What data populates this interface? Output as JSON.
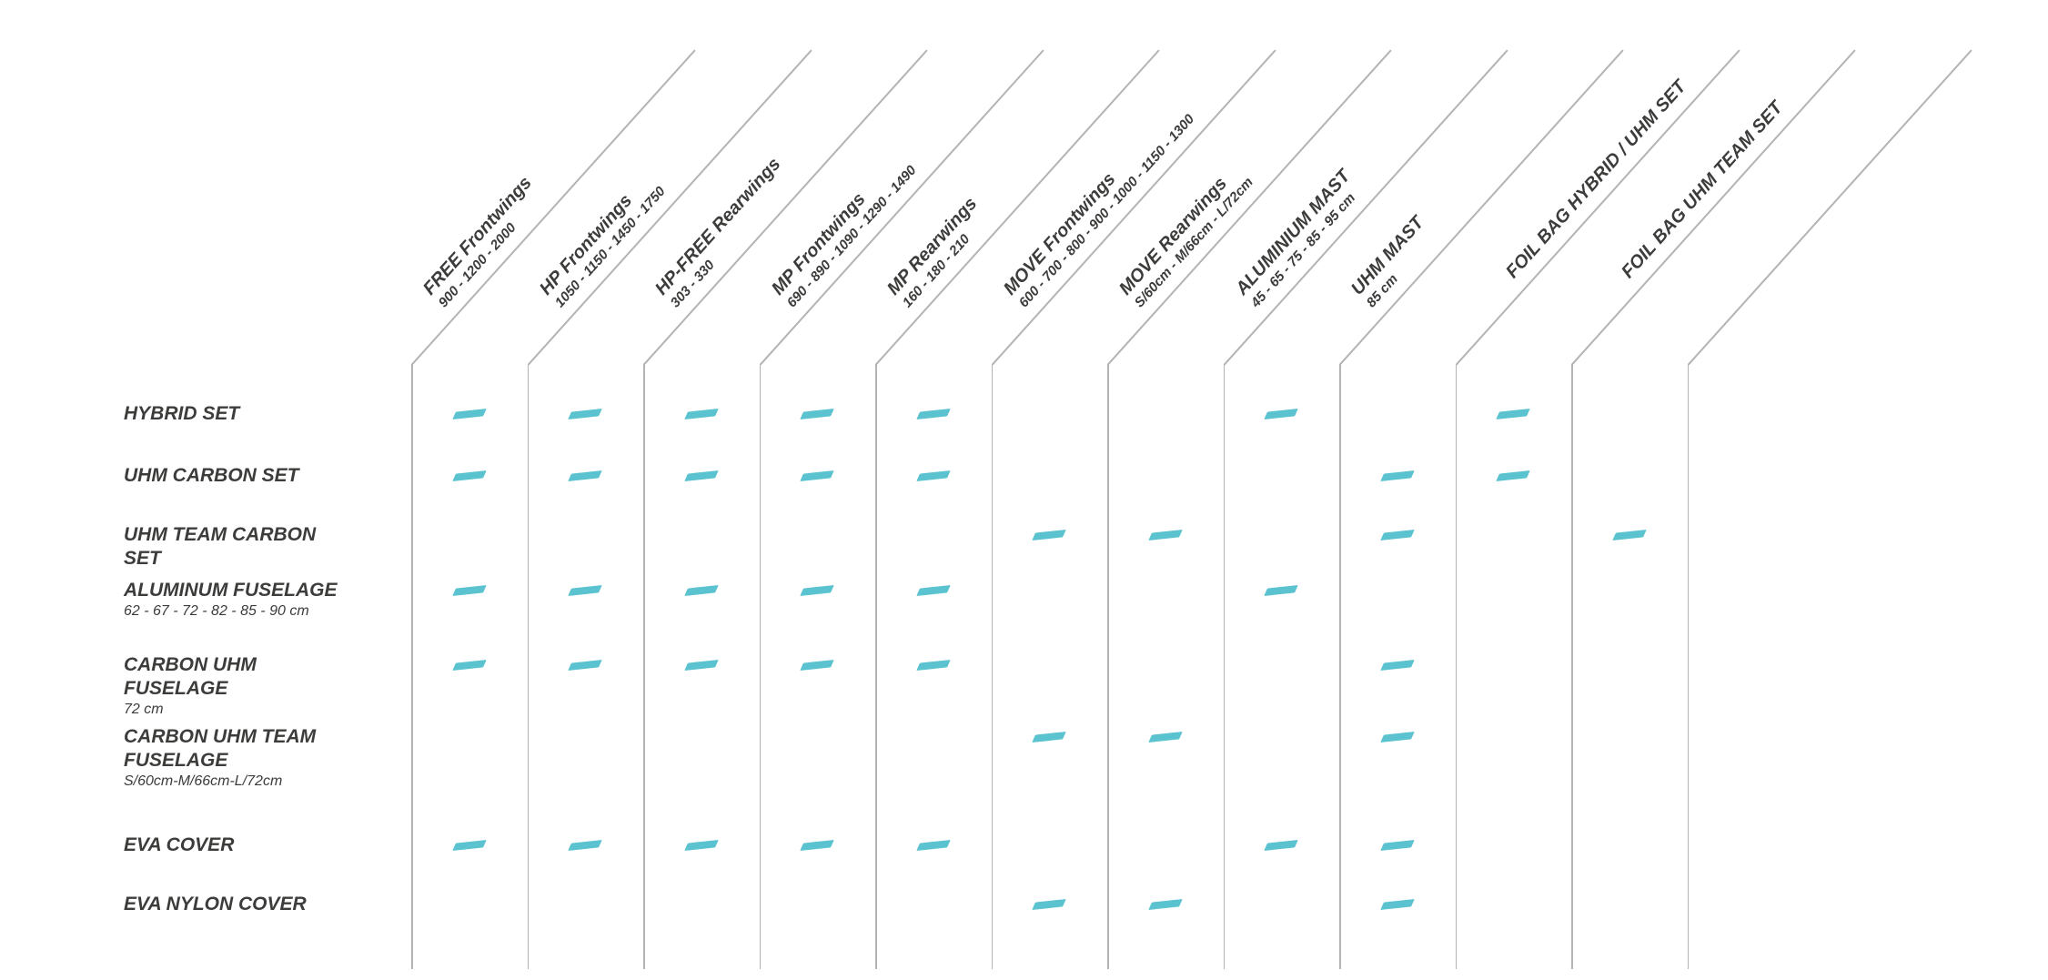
{
  "colors": {
    "accent": "#5ac3cf",
    "line": "#b3b3b2",
    "text": "#3c3c3b",
    "background": "#ffffff"
  },
  "chart_data": {
    "type": "table",
    "subtype": "compatibility-matrix",
    "marker": {
      "shape": "dash",
      "color": "#5ac3cf",
      "meaning": "compatible"
    },
    "columns": [
      {
        "name": "FREE Frontwings",
        "sizes": "900 - 1200 - 2000"
      },
      {
        "name": "HP Frontwings",
        "sizes": "1050 - 1150 - 1450 - 1750"
      },
      {
        "name": "HP-FREE Rearwings",
        "sizes": "303 - 330"
      },
      {
        "name": "MP Frontwings",
        "sizes": "690 - 890 - 1090 - 1290 - 1490"
      },
      {
        "name": "MP Rearwings",
        "sizes": "160 - 180 - 210"
      },
      {
        "name": "MOVE Frontwings",
        "sizes": "600 - 700 - 800 - 900 - 1000 - 1150 - 1300"
      },
      {
        "name": "MOVE Rearwings",
        "sizes": "S/60cm - M/66cm - L/72cm"
      },
      {
        "name": "ALUMINIUM MAST",
        "sizes": "45 - 65 - 75 - 85 - 95 cm"
      },
      {
        "name": "UHM MAST",
        "sizes": "85 cm"
      },
      {
        "name": "FOIL BAG HYBRID / UHM SET",
        "sizes": ""
      },
      {
        "name": "FOIL BAG UHM TEAM SET",
        "sizes": ""
      }
    ],
    "rows": [
      {
        "name": "HYBRID SET",
        "sizes": "",
        "compatible": [
          1,
          1,
          1,
          1,
          1,
          0,
          0,
          1,
          0,
          1,
          0
        ]
      },
      {
        "name": "UHM CARBON SET",
        "sizes": "",
        "compatible": [
          1,
          1,
          1,
          1,
          1,
          0,
          0,
          0,
          1,
          1,
          0
        ]
      },
      {
        "name": "UHM TEAM CARBON SET",
        "sizes": "",
        "compatible": [
          0,
          0,
          0,
          0,
          0,
          1,
          1,
          0,
          1,
          0,
          1
        ]
      },
      {
        "name": "ALUMINUM FUSELAGE",
        "sizes": "62 - 67 - 72 - 82 - 85 - 90 cm",
        "compatible": [
          1,
          1,
          1,
          1,
          1,
          0,
          0,
          1,
          0,
          0,
          0
        ]
      },
      {
        "name": "CARBON UHM FUSELAGE",
        "sizes": "72 cm",
        "compatible": [
          1,
          1,
          1,
          1,
          1,
          0,
          0,
          0,
          1,
          0,
          0
        ]
      },
      {
        "name": "CARBON UHM TEAM FUSELAGE",
        "sizes": "S/60cm-M/66cm-L/72cm",
        "compatible": [
          0,
          0,
          0,
          0,
          0,
          1,
          1,
          0,
          1,
          0,
          0
        ]
      },
      {
        "name": "EVA COVER",
        "sizes": "",
        "compatible": [
          1,
          1,
          1,
          1,
          1,
          0,
          0,
          1,
          1,
          0,
          0
        ]
      },
      {
        "name": "EVA NYLON COVER",
        "sizes": "",
        "compatible": [
          0,
          0,
          0,
          0,
          0,
          1,
          1,
          0,
          1,
          0,
          0
        ]
      }
    ]
  }
}
